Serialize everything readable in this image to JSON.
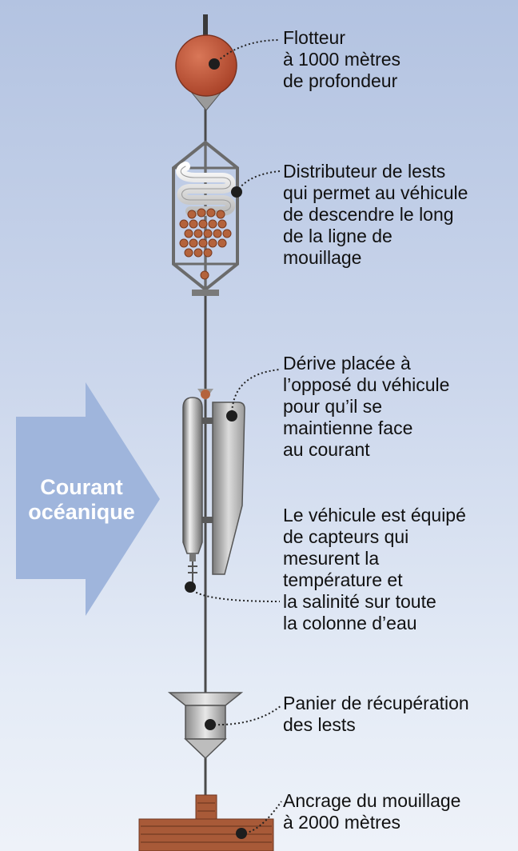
{
  "current": {
    "label": "Courant\nocéanique"
  },
  "labels": {
    "float": "Flotteur\nà 1000 mètres\nde profondeur",
    "ballast_dispenser": "Distributeur de lests\nqui permet au véhicule\nde descendre le long\nde la ligne de\nmouillage",
    "fin": "Dérive placée à\nl’opposé du véhicule\npour qu’il se\nmaintienne face\nau courant",
    "vehicle": "Le véhicule est équipé\nde capteurs qui\nmesurent la\ntempérature et\nla salinité sur toute\nla colonne d’eau",
    "recovery_basket": "Panier de récupération\ndes lests",
    "anchor": "Ancrage du mouillage\nà 2000 mètres"
  },
  "colors": {
    "background_top": "#b3c3e1",
    "background_bottom": "#eef2f9",
    "arrow": "#9fb5dc",
    "float": "#c95a3d",
    "ballast_ball": "#b4633c",
    "anchor": "#a85a38",
    "frame": "#6b6b6b",
    "marker": "#1e1e1e"
  }
}
